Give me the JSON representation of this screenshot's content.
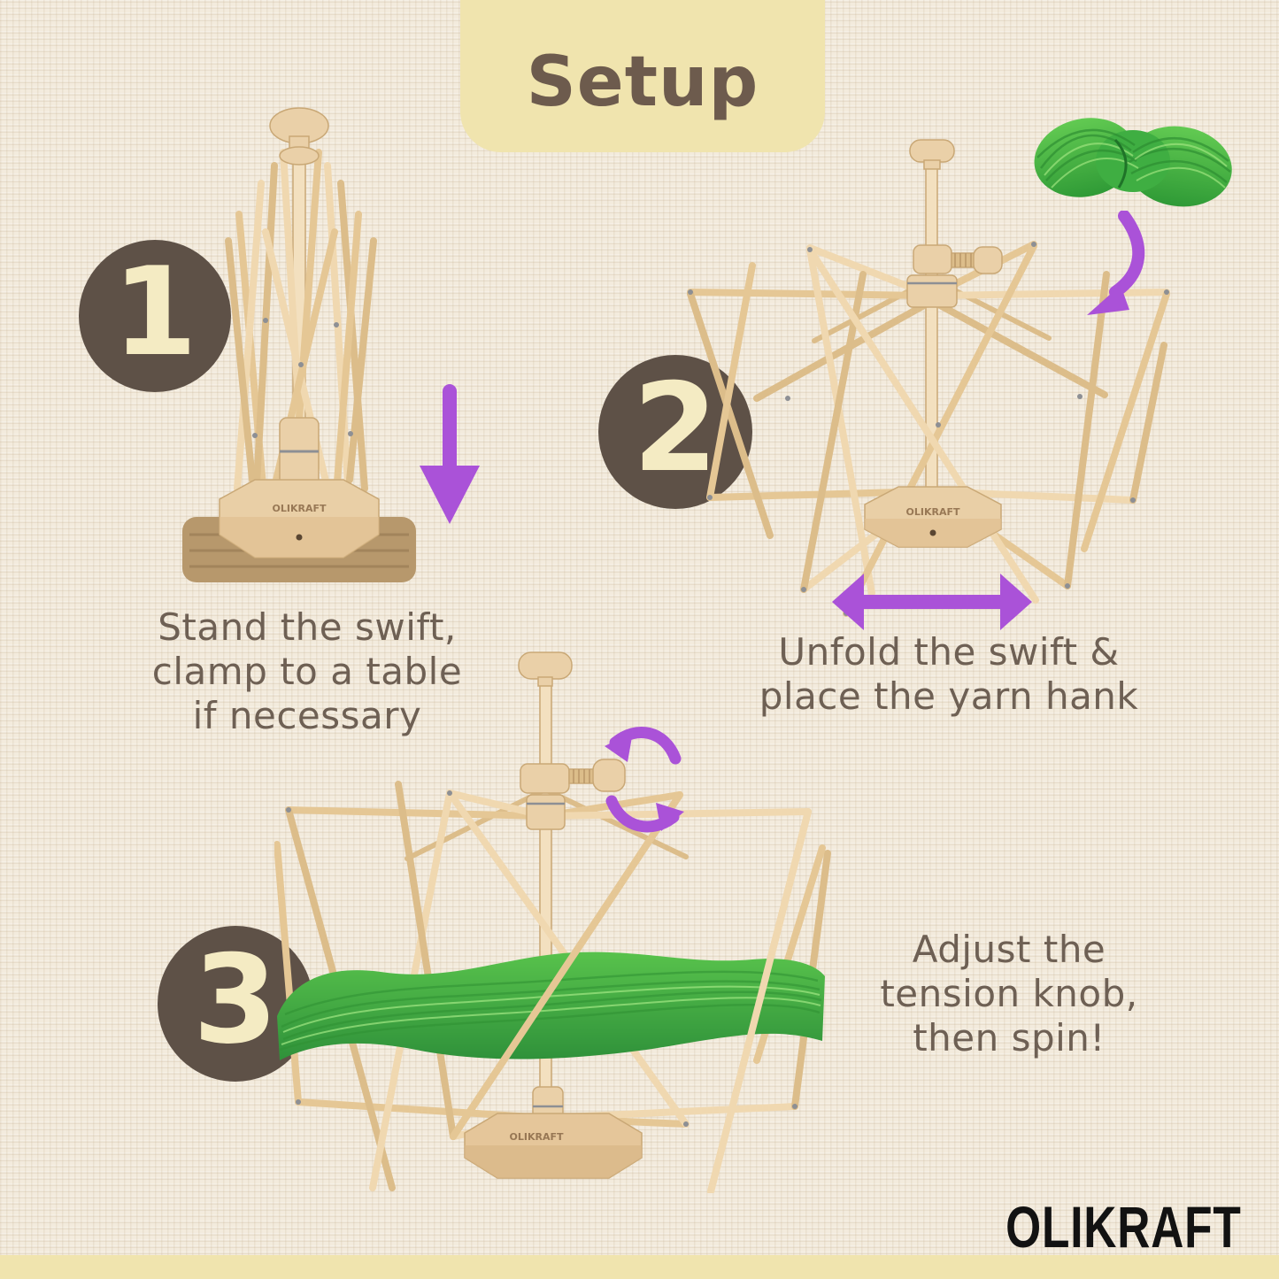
{
  "title": "Setup",
  "brand": "OLIKRAFT",
  "steps": [
    {
      "number": "1",
      "caption_lines": [
        "Stand the swift,",
        "clamp to a table",
        "if necessary"
      ]
    },
    {
      "number": "2",
      "caption_lines": [
        "Unfold the swift &",
        "place the yarn hank"
      ]
    },
    {
      "number": "3",
      "caption_lines": [
        "Adjust the",
        "tension knob,",
        "then spin!"
      ]
    }
  ],
  "icons": {
    "step1": "down-arrow",
    "step2_place": "curved-down-arrow",
    "step2_unfold": "horizontal-double-arrow",
    "step3": "rotate-arrows"
  },
  "colors": {
    "background": "#f3ebdd",
    "banner": "#f0e4ae",
    "title_text": "#6d5b4d",
    "step_circle": "#5e5147",
    "step_number": "#f4ebc3",
    "caption_text": "#6e6054",
    "arrow_purple": "#aa52d8",
    "yarn_green": "#46b143",
    "wood_light": "#f0d8b0",
    "brand_text": "#121212"
  }
}
